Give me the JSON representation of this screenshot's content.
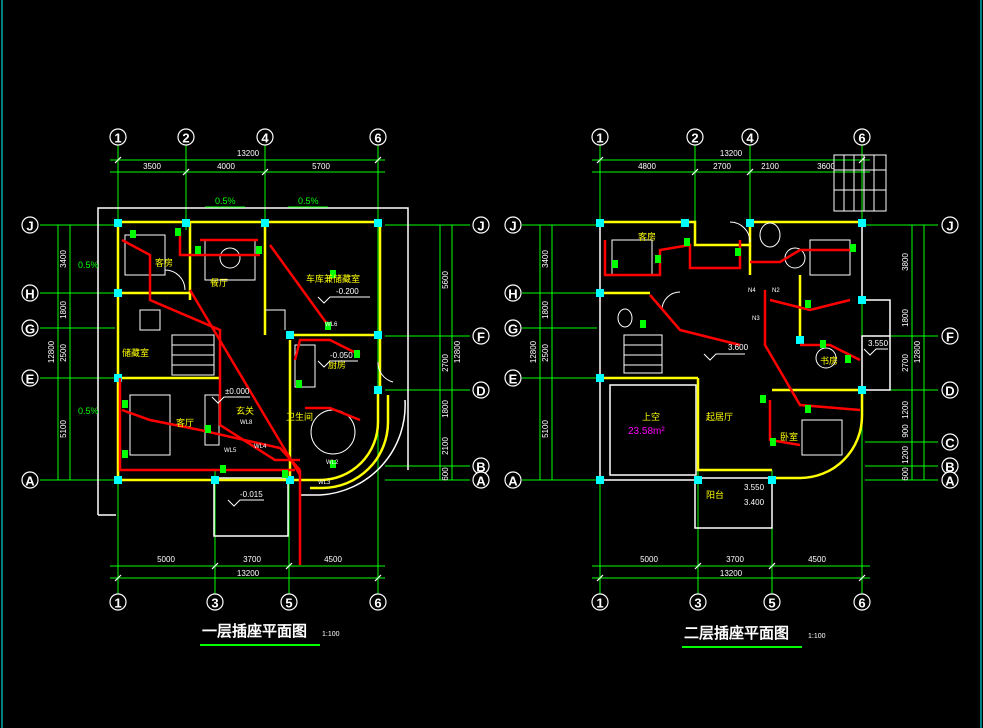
{
  "colors": {
    "background": "#000000",
    "dim": "#00ff00",
    "wall": "#ffff00",
    "column": "#00ffff",
    "wire": "#ff0000",
    "text": "#ffffff",
    "area": "#ff00ff"
  },
  "plan1": {
    "title": "一层插座平面图",
    "scale": "1:100",
    "top_total": "13200",
    "top_segments": [
      "3500",
      "4000",
      "5700"
    ],
    "bottom_total": "13200",
    "bottom_segments": [
      "5000",
      "3700",
      "4500"
    ],
    "top_axes": [
      "1",
      "2",
      "4",
      "6"
    ],
    "bottom_axes": [
      "1",
      "3",
      "5",
      "6"
    ],
    "left_axes": [
      "J",
      "H",
      "G",
      "E",
      "A"
    ],
    "right_axes": [
      "J",
      "F",
      "D",
      "B",
      "A"
    ],
    "left_dims": [
      "3400",
      "1800",
      "2500",
      "5100"
    ],
    "left_total": "12800",
    "right_dims": [
      "5600",
      "2700",
      "1800",
      "2100",
      "600"
    ],
    "right_total": "12800",
    "slopes": [
      "0.5%",
      "0.5%",
      "0.5%",
      "0.5%"
    ],
    "rooms": [
      "客房",
      "餐厅",
      "储藏室",
      "车库兼储藏室",
      "客厅",
      "玄关",
      "厨房",
      "卫生间"
    ],
    "levels": [
      "-0.200",
      "-0.050",
      "±0.000",
      "-0.015"
    ],
    "circuits": [
      "WL8",
      "WL6",
      "WL5",
      "WL3",
      "WL4",
      "WL2"
    ]
  },
  "plan2": {
    "title": "二层插座平面图",
    "scale": "1:100",
    "top_total": "13200",
    "top_segments": [
      "4800",
      "2700",
      "2100",
      "3600"
    ],
    "bottom_total": "13200",
    "bottom_segments": [
      "5000",
      "3700",
      "4500"
    ],
    "top_axes": [
      "1",
      "2",
      "4",
      "6"
    ],
    "bottom_axes": [
      "1",
      "3",
      "5",
      "6"
    ],
    "left_axes": [
      "J",
      "H",
      "G",
      "E",
      "A"
    ],
    "right_axes": [
      "J",
      "F",
      "D",
      "C",
      "B",
      "A"
    ],
    "left_dims": [
      "3400",
      "1800",
      "2500",
      "5100"
    ],
    "left_total": "12800",
    "right_dims": [
      "3800",
      "1800",
      "2700",
      "1200",
      "900",
      "1200",
      "600"
    ],
    "right_total": "12800",
    "rooms": [
      "客房",
      "起居厅",
      "卧室",
      "阳台",
      "上空",
      "书房"
    ],
    "area_label": "23.58m²",
    "levels": [
      "3.600",
      "3.550",
      "3.400",
      "3.550"
    ],
    "circuits": [
      "N4",
      "N2",
      "N3"
    ]
  }
}
